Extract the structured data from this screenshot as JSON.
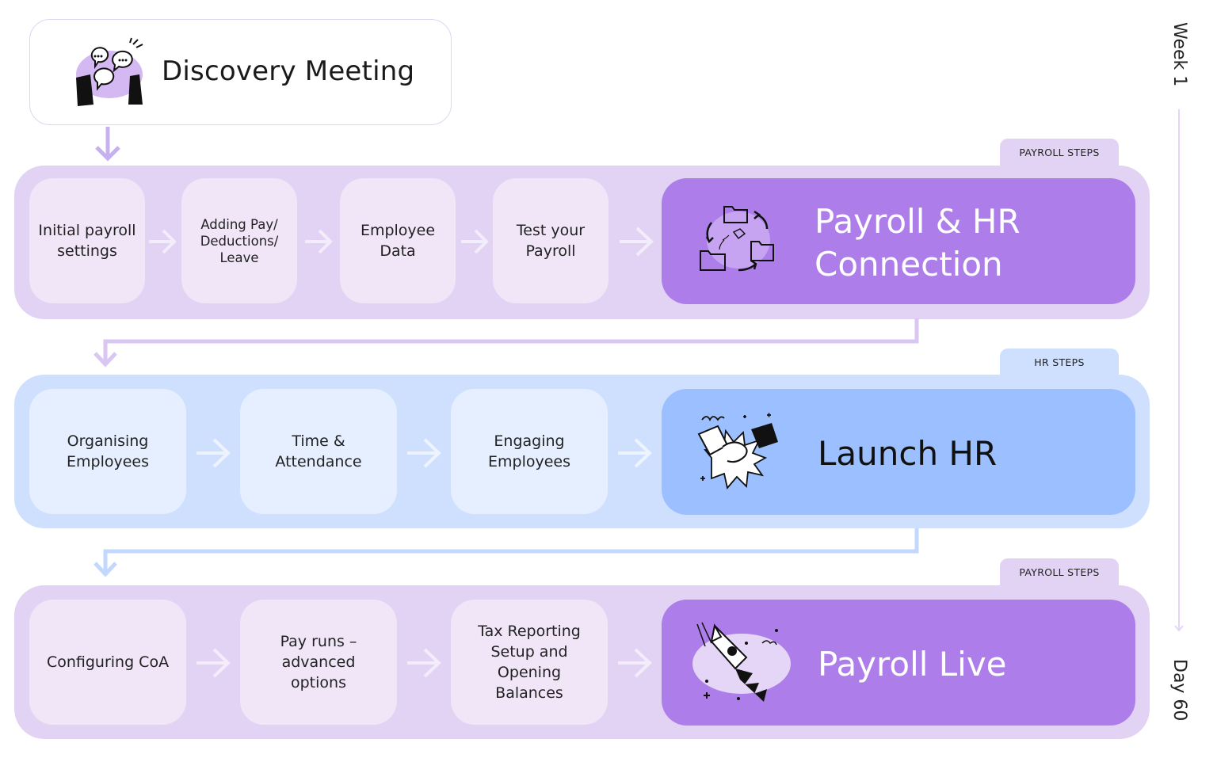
{
  "discovery": {
    "title": "Discovery Meeting"
  },
  "rows": [
    {
      "tab": "PAYROLL STEPS",
      "steps": [
        "Initial payroll settings",
        "Adding Pay/ Deductions/ Leave",
        "Employee Data",
        "Test your Payroll"
      ],
      "feature_lines": [
        "Payroll & HR",
        "Connection"
      ]
    },
    {
      "tab": "HR STEPS",
      "steps": [
        "Organising Employees",
        "Time & Attendance",
        "Engaging Employees"
      ],
      "feature_lines": [
        "Launch HR"
      ]
    },
    {
      "tab": "PAYROLL STEPS",
      "steps": [
        "Configuring CoA",
        "Pay runs – advanced options",
        "Tax Reporting Setup and Opening Balances"
      ],
      "feature_lines": [
        "Payroll Live"
      ]
    }
  ],
  "timeline": {
    "start": "Week 1",
    "end": "Day 60"
  },
  "icons": {
    "discovery": "chat-bubbles-hands-icon",
    "row1": "folders-sync-icon",
    "row2": "handshake-icon",
    "row3": "rocket-icon"
  },
  "colors": {
    "purple_band": "#e2d3f5",
    "blue_band": "#cfe0ff",
    "purple_feature": "#ad7ee9",
    "blue_feature": "#9cc0ff"
  }
}
